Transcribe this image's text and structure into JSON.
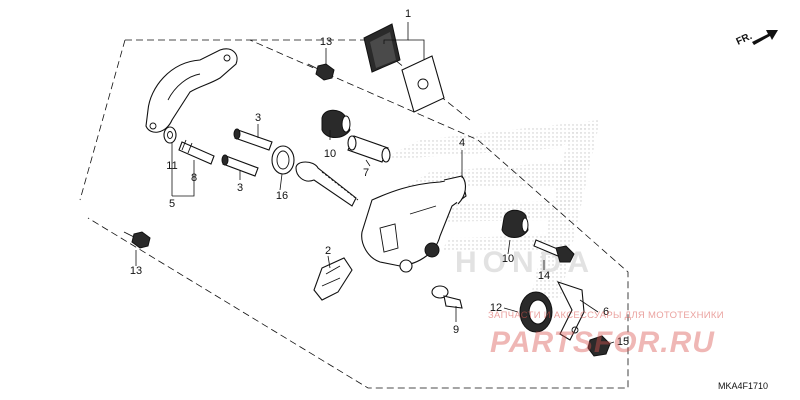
{
  "diagram_code": "MKA4F1710",
  "direction_label": "FR.",
  "watermark": {
    "brand_text": "HONDA",
    "subtitle": "ЗАПЧАСТИ И АКСЕССУАРЫ ДЛЯ МОТОТЕХНИКИ",
    "site": "PARTSFOR.RU",
    "accent_color": "#d9534f"
  },
  "callouts": [
    {
      "id": "c1",
      "label": "1"
    },
    {
      "id": "c2",
      "label": "2"
    },
    {
      "id": "c3a",
      "label": "3"
    },
    {
      "id": "c3b",
      "label": "3"
    },
    {
      "id": "c4",
      "label": "4"
    },
    {
      "id": "c5",
      "label": "5"
    },
    {
      "id": "c6",
      "label": "6"
    },
    {
      "id": "c7",
      "label": "7"
    },
    {
      "id": "c8",
      "label": "8"
    },
    {
      "id": "c9",
      "label": "9"
    },
    {
      "id": "c10a",
      "label": "10"
    },
    {
      "id": "c10b",
      "label": "10"
    },
    {
      "id": "c11",
      "label": "11"
    },
    {
      "id": "c12",
      "label": "12"
    },
    {
      "id": "c13a",
      "label": "13"
    },
    {
      "id": "c13b",
      "label": "13"
    },
    {
      "id": "c14",
      "label": "14"
    },
    {
      "id": "c15",
      "label": "15"
    },
    {
      "id": "c16",
      "label": "16"
    }
  ]
}
